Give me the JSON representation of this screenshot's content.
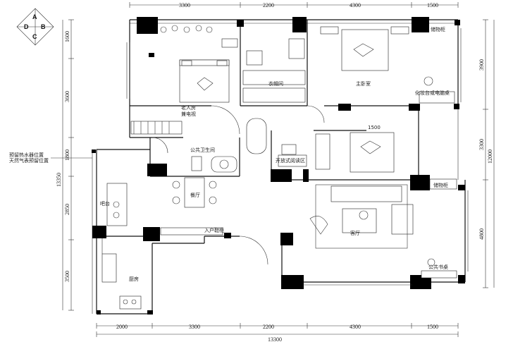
{
  "compass": {
    "top": "A",
    "left": "D",
    "right": "B",
    "bottom": "C"
  },
  "dims_top": [
    "3300",
    "2200",
    "4300",
    "1500"
  ],
  "dims_bottom": [
    "2000",
    "3300",
    "2200",
    "4300",
    "1500"
  ],
  "total_bottom": "13300",
  "dims_left": [
    "1600",
    "3600",
    "1800",
    "2850",
    "3500"
  ],
  "total_left": "13350",
  "dims_right": [
    "3900",
    "3300",
    "4800"
  ],
  "total_right": "12000",
  "bed_width_dim": "1500",
  "rooms": {
    "elder_room": "老人房",
    "elder_room_sub": "兼电视",
    "walk_in_closet": "衣帽间",
    "master_bedroom": "主卧室",
    "storage_top": "储物柜",
    "vanity": "化妆台或电脑桌",
    "public_bath": "公共卫生间",
    "open_study": "开放式阅读区",
    "dining": "餐厅",
    "storage_mid": "储物柜",
    "living": "客厅",
    "bar": "吧台",
    "entry_cabinet": "入户鞋柜",
    "kitchen": "厨房",
    "public_study": "公共书桌"
  },
  "notes": {
    "water_heater": "预留热水器位置",
    "gas_meter": "天然气表预留位置"
  }
}
